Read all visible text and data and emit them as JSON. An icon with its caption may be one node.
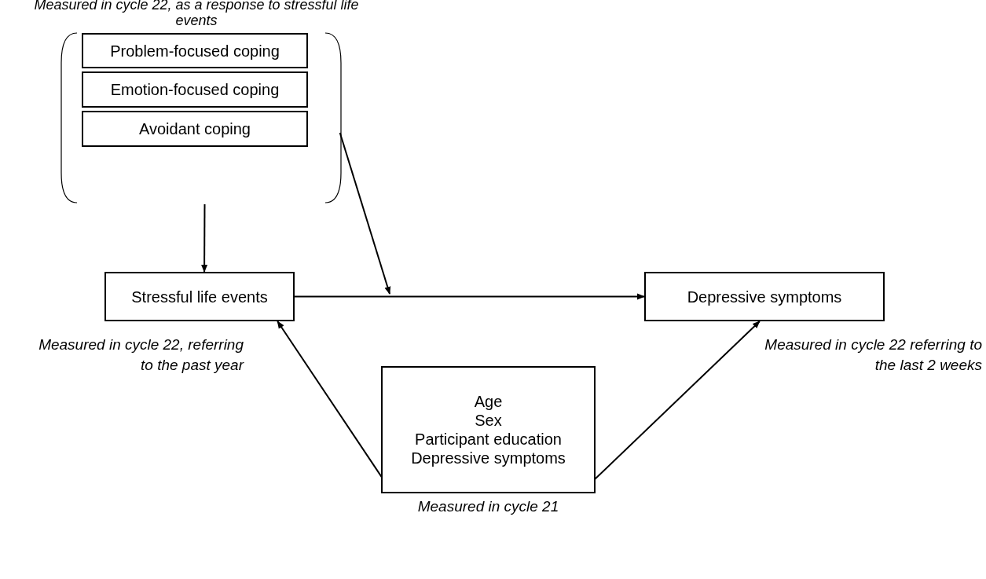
{
  "diagram": {
    "nodes": [
      {
        "text": [
          "Measured in cycle 22, as a response to stressful life events"
        ]
      },
      {
        "text": [
          "Problem-focused coping"
        ],
        "in": 0
      },
      {
        "text": [
          "Emotion-focused coping"
        ],
        "in": 0
      },
      {
        "text": [
          "Avoidant coping"
        ],
        "in": 0
      },
      {
        "text": [
          "Stressful life events"
        ],
        "beside": [
          "Measured in cycle 22, referring to the past year"
        ]
      },
      {
        "text": [
          "Depressive symptoms"
        ],
        "beside": [
          "Measured in cycle 22 referring to the last 2 weeks"
        ]
      },
      {
        "text": [
          "Age",
          "Sex",
          "Participant education",
          "Depressive symptoms"
        ],
        "beside": [
          "Measured in cycle 21"
        ]
      }
    ],
    "edges": [
      {
        "from": 0,
        "to": 4,
        "arrow": "to"
      },
      {
        "from": 0,
        "to": null,
        "arrow": "to"
      },
      {
        "from": 4,
        "to": 5,
        "arrow": "to"
      },
      {
        "from": 6,
        "to": 4,
        "arrow": "to"
      },
      {
        "from": 6,
        "to": 5,
        "arrow": "to"
      }
    ]
  }
}
